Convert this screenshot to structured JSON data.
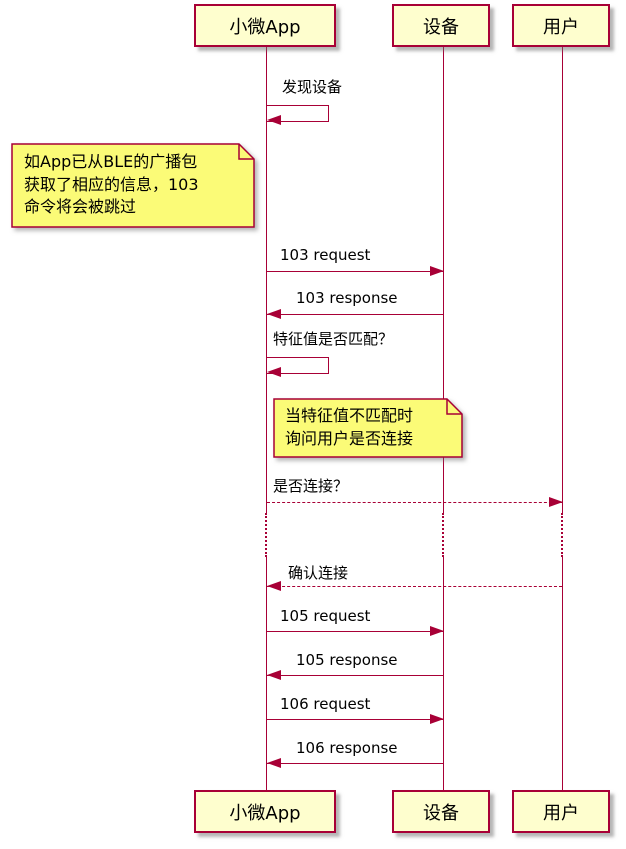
{
  "diagram": {
    "participants": [
      {
        "id": "app",
        "name": "小微App"
      },
      {
        "id": "device",
        "name": "设备"
      },
      {
        "id": "user",
        "name": "用户"
      }
    ],
    "messages": [
      {
        "label": "发现设备",
        "type": "self-solid",
        "from": "app",
        "to": "app"
      },
      {
        "label": "103 request",
        "type": "solid",
        "from": "app",
        "to": "device"
      },
      {
        "label": "103 response",
        "type": "solid",
        "from": "device",
        "to": "app"
      },
      {
        "label": "特征值是否匹配？",
        "type": "self-solid",
        "from": "app",
        "to": "app"
      },
      {
        "label": "是否连接？",
        "type": "dashed",
        "from": "app",
        "to": "user"
      },
      {
        "label": "确认连接",
        "type": "dashed",
        "from": "user",
        "to": "app"
      },
      {
        "label": "105 request",
        "type": "solid",
        "from": "app",
        "to": "device"
      },
      {
        "label": "105 response",
        "type": "solid",
        "from": "device",
        "to": "app"
      },
      {
        "label": "106 request",
        "type": "solid",
        "from": "app",
        "to": "device"
      },
      {
        "label": "106 response",
        "type": "solid",
        "from": "device",
        "to": "app"
      }
    ],
    "notes": [
      {
        "lines": [
          "如App已从BLE的广播包",
          "获取了相应的信息，103",
          "命令将会被跳过"
        ]
      },
      {
        "lines": [
          "当特征值不匹配时",
          "询问用户是否连接"
        ]
      }
    ],
    "colors": {
      "accent": "#A80036",
      "participant_fill": "#FEFECE",
      "note_fill": "#FBFB77",
      "background": "#FFFFFF",
      "text": "#000000"
    }
  }
}
